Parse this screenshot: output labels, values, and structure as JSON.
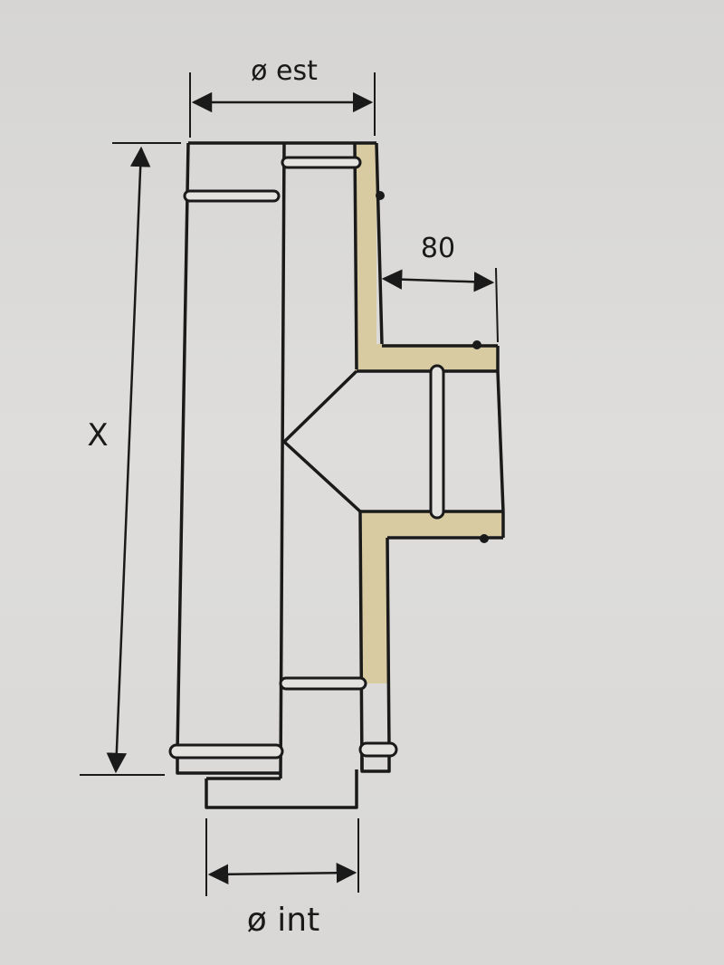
{
  "labels": {
    "outer_diameter": "ø est",
    "inner_diameter": "ø int",
    "branch_length": "80",
    "height": "X"
  },
  "colors": {
    "insulation": "#d9cba1",
    "line": "#1a1a1a",
    "background": "#d9d8d6"
  }
}
